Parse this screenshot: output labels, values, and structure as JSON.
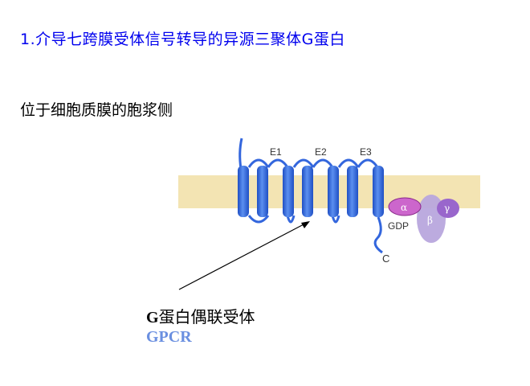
{
  "slide": {
    "title": "1.介导七跨膜受体信号转导的异源三聚体G蛋白",
    "subtitle": "位于细胞质膜的胞浆侧",
    "diagram": {
      "loop_labels": [
        "E1",
        "E2",
        "E3"
      ],
      "c_terminus_label": "C",
      "alpha_label": "α",
      "beta_label": "β",
      "gamma_label": "γ",
      "gdp_label": "GDP"
    },
    "caption": {
      "g_letter": "G",
      "chinese_rest": "蛋白偶联受体",
      "abbreviation": "GPCR"
    },
    "colors": {
      "title": "#0000ee",
      "membrane": "#f3e4b3",
      "helix": "#3366dd",
      "alpha_subunit": "#cc66cc",
      "beta_subunit": "#b8a6dd",
      "gamma_subunit": "#9966cc",
      "gpcr_text": "#6a8fe0"
    }
  }
}
